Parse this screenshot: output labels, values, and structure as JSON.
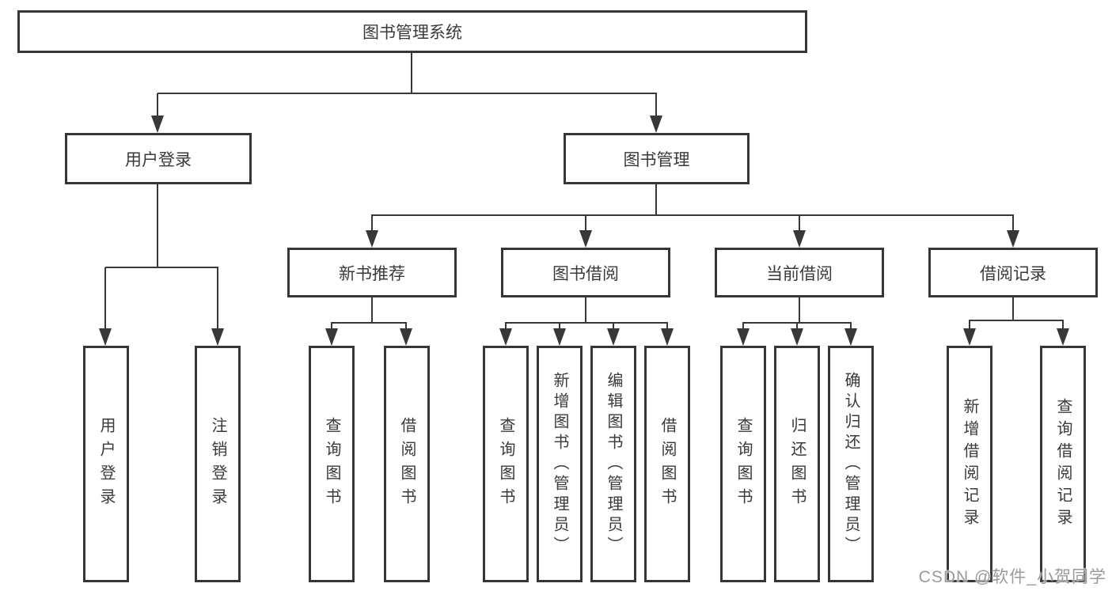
{
  "tree": {
    "root": {
      "label": "图书管理系统"
    },
    "branches": [
      {
        "label": "用户登录",
        "children": [
          {
            "label": "用户登录"
          },
          {
            "label": "注销登录"
          }
        ]
      },
      {
        "label": "图书管理",
        "children": [
          {
            "label": "新书推荐",
            "children": [
              {
                "label": "查询图书"
              },
              {
                "label": "借阅图书"
              }
            ]
          },
          {
            "label": "图书借阅",
            "children": [
              {
                "label": "查询图书"
              },
              {
                "label": "新增图书（管理员）"
              },
              {
                "label": "编辑图书（管理员）"
              },
              {
                "label": "借阅图书"
              }
            ]
          },
          {
            "label": "当前借阅",
            "children": [
              {
                "label": "查询图书"
              },
              {
                "label": "归还图书"
              },
              {
                "label": "确认归还（管理员）"
              }
            ]
          },
          {
            "label": "借阅记录",
            "children": [
              {
                "label": "新增借阅记录"
              },
              {
                "label": "查询借阅记录"
              }
            ]
          }
        ]
      }
    ]
  },
  "watermark": {
    "text": "CSDN @软件_小贺同学"
  },
  "colors": {
    "line": "#383838",
    "box_border": "#363636",
    "text": "#3a3a3a",
    "watermark": "#9a9a9a",
    "background": "#ffffff"
  }
}
